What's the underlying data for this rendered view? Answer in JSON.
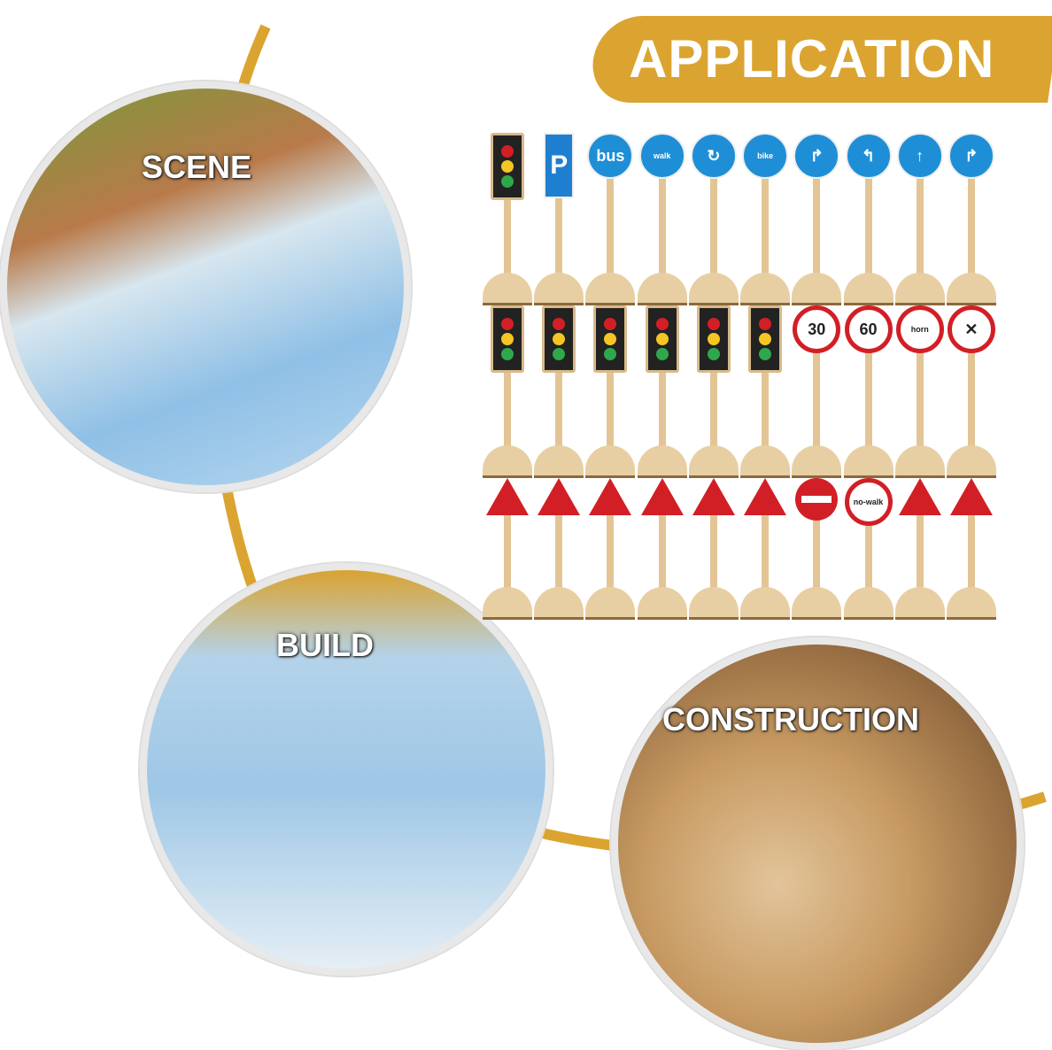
{
  "banner": {
    "title": "APPLICATION"
  },
  "sections": {
    "scene": "SCENE",
    "build": "BUILD",
    "construction": "CONSTRUCTION"
  },
  "colors": {
    "gold": "#dba430",
    "blue": "#1e8fd6",
    "red": "#d21f26"
  },
  "signs": [
    [
      {
        "type": "light"
      },
      {
        "type": "park",
        "text": "P"
      },
      {
        "type": "round",
        "text": "bus"
      },
      {
        "type": "round",
        "text": "walk"
      },
      {
        "type": "round",
        "text": "↻"
      },
      {
        "type": "round",
        "text": "bike"
      },
      {
        "type": "round",
        "text": "↱"
      },
      {
        "type": "round",
        "text": "↰"
      },
      {
        "type": "round",
        "text": "↑"
      },
      {
        "type": "round",
        "text": "↱"
      }
    ],
    [
      {
        "type": "light"
      },
      {
        "type": "light"
      },
      {
        "type": "light"
      },
      {
        "type": "light"
      },
      {
        "type": "light"
      },
      {
        "type": "light"
      },
      {
        "type": "redring",
        "text": "30"
      },
      {
        "type": "redring",
        "text": "60"
      },
      {
        "type": "redring",
        "text": "horn"
      },
      {
        "type": "redring",
        "text": "✕"
      }
    ],
    [
      {
        "type": "tri"
      },
      {
        "type": "tri"
      },
      {
        "type": "tri"
      },
      {
        "type": "tri"
      },
      {
        "type": "tri"
      },
      {
        "type": "tri",
        "text": "!"
      },
      {
        "type": "noentry"
      },
      {
        "type": "redring",
        "text": "no-walk"
      },
      {
        "type": "tri"
      },
      {
        "type": "tri"
      }
    ]
  ]
}
